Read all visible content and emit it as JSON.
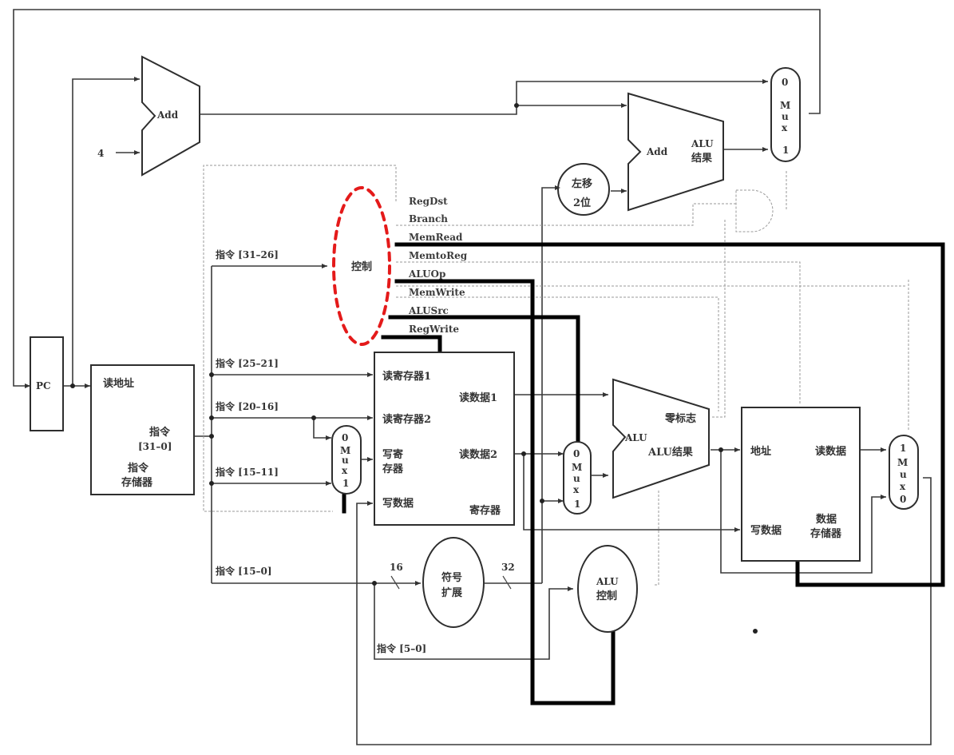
{
  "diagram": {
    "title": "MIPS single-cycle datapath with control",
    "components": {
      "pc": {
        "label": "PC"
      },
      "pc_adder": {
        "label": "Add",
        "const_input": "4"
      },
      "branch_adder": {
        "label": "Add",
        "result_l1": "ALU",
        "result_l2": "结果"
      },
      "shift_left": {
        "l1": "左移",
        "l2": "2位"
      },
      "pc_mux": {
        "in0": "0",
        "m": "M",
        "u": "u",
        "x": "x",
        "in1": "1"
      },
      "control": {
        "label": "控制"
      },
      "instr_mem": {
        "read_addr": "读地址",
        "instr_l1": "指令",
        "instr_l2": "[31–0]",
        "name_l1": "指令",
        "name_l2": "存储器"
      },
      "regdst_mux": {
        "in0": "0",
        "m": "M",
        "u": "u",
        "x": "x",
        "in1": "1"
      },
      "regfile": {
        "read_reg1": "读寄存器1",
        "read_reg2": "读寄存器2",
        "write_reg_l1": "写寄",
        "write_reg_l2": "存器",
        "write_data": "写数据",
        "read_data1": "读数据1",
        "read_data2": "读数据2",
        "name": "寄存器"
      },
      "alusrc_mux": {
        "in0": "0",
        "m": "M",
        "u": "u",
        "x": "x",
        "in1": "1"
      },
      "alu": {
        "label": "ALU",
        "zero": "零标志",
        "result": "ALU结果"
      },
      "data_mem": {
        "address": "地址",
        "write_data": "写数据",
        "read_data": "读数据",
        "name_l1": "数据",
        "name_l2": "存储器"
      },
      "memtoreg_mux": {
        "in1": "1",
        "m": "M",
        "u": "u",
        "x": "x",
        "in0": "0"
      },
      "sign_extend": {
        "l1": "符号",
        "l2": "扩展",
        "in_width": "16",
        "out_width": "32"
      },
      "alu_control": {
        "l1": "ALU",
        "l2": "控制"
      }
    },
    "instruction_fields": [
      "指令 [31–26]",
      "指令 [25–21]",
      "指令 [20–16]",
      "指令 [15–11]",
      "指令 [15–0]",
      "指令 [5–0]"
    ],
    "control_signals": [
      "RegDst",
      "Branch",
      "MemRead",
      "MemtoReg",
      "ALUOp",
      "MemWrite",
      "ALUSrc",
      "RegWrite"
    ],
    "highlight": {
      "color": "#e41a1a",
      "target": "控制"
    }
  }
}
